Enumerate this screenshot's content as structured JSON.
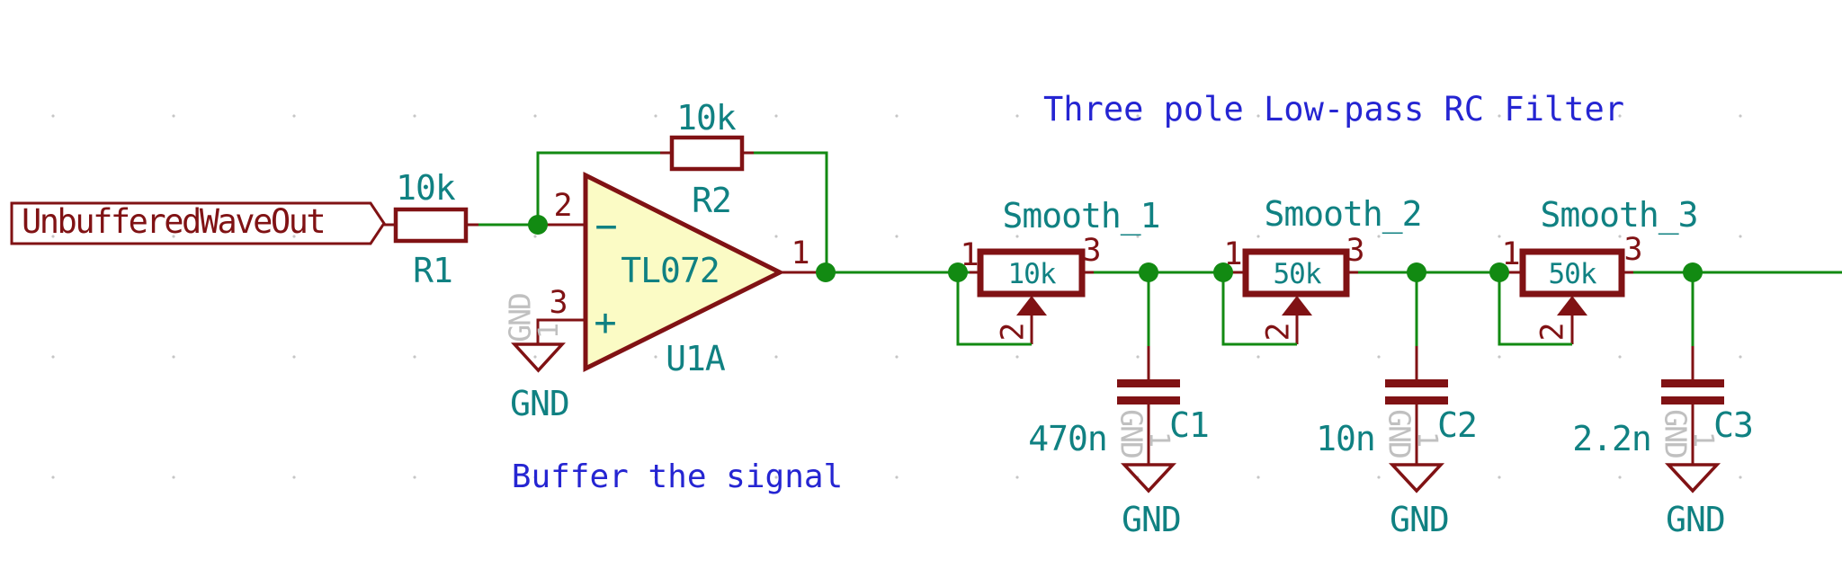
{
  "notes": {
    "filter_title": "Three pole Low-pass RC Filter",
    "buffer_note": "Buffer the signal"
  },
  "hierarchical_label": {
    "name": "UnbufferedWaveOut"
  },
  "power_net": {
    "label": "GND",
    "hidden_pin_number": "1"
  },
  "opamp": {
    "ref": "U1A",
    "value": "TL072",
    "pin_output": "1",
    "pin_inverting": "2",
    "pin_noninverting": "3",
    "inverting_sign": "−",
    "noninverting_sign": "+"
  },
  "resistors": {
    "r1": {
      "ref": "R1",
      "value": "10k"
    },
    "r2": {
      "ref": "R2",
      "value": "10k"
    }
  },
  "pots": [
    {
      "ref": "Smooth_1",
      "value": "10k",
      "pin1": "1",
      "pin2": "2",
      "pin3": "3"
    },
    {
      "ref": "Smooth_2",
      "value": "50k",
      "pin1": "1",
      "pin2": "2",
      "pin3": "3"
    },
    {
      "ref": "Smooth_3",
      "value": "50k",
      "pin1": "1",
      "pin2": "2",
      "pin3": "3"
    }
  ],
  "caps": [
    {
      "ref": "C1",
      "value": "470n"
    },
    {
      "ref": "C2",
      "value": "10n"
    },
    {
      "ref": "C3",
      "value": "2.2n"
    }
  ],
  "colors": {
    "wire_green": "#128a12",
    "symbol_red": "#801214",
    "field_teal": "#108182",
    "note_blue": "#2525d2",
    "hidden_gray": "#c0c0c0",
    "opamp_fill": "#fbfbc5"
  }
}
